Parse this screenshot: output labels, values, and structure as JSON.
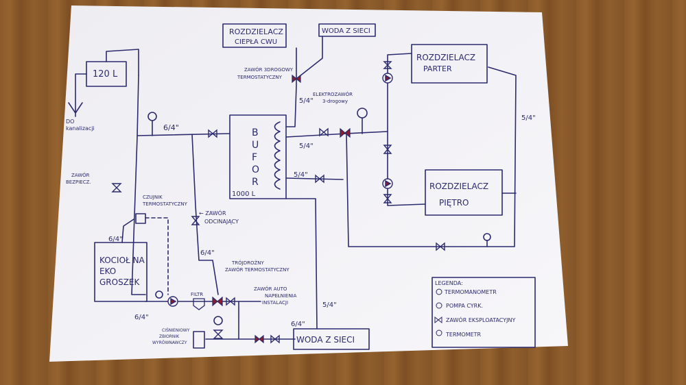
{
  "labels": {
    "rozdzielacz_cwu": [
      "ROZDZIELACZ",
      "CIEPŁA CWU"
    ],
    "woda_top": "WODA Z SIECI",
    "tank": "120 L",
    "do_kanalizacji": [
      "DO",
      "kanalizacji"
    ],
    "zawor_3drog_termo": [
      "ZAWÓR 3DROGOWY",
      "TERMOSTATYCZNY"
    ],
    "pipe_5_4_a": "5/4\"",
    "elektrozawor": [
      "ELEKTROZAWÓR",
      "3-drogowy"
    ],
    "rozdzielacz_parter": [
      "ROZDZIELACZ",
      "PARTER"
    ],
    "pipe_5_4_right": "5/4\"",
    "pipe_6_4_a": "6/4\"",
    "bufor": [
      "B",
      "U",
      "F",
      "O",
      "R"
    ],
    "bufor_cap": "1000 L",
    "pipe_5_4_b": "5/4\"",
    "pipe_5_4_c": "5/4\"",
    "zawor_bezpieczenstwa": [
      "ZAWÓR",
      "BEZPIECZ."
    ],
    "czujnik": [
      "CZUJNIK",
      "TERMOSTATYCZNY"
    ],
    "zawor_odcinajacy": [
      "← ZAWÓR",
      "ODCINAJĄCY"
    ],
    "rozdzielacz_pietro": [
      "ROZDZIELACZ",
      "PIĘTRO"
    ],
    "pipe_6_4_b": "6/4\"",
    "pipe_6_4_c": "6/4\"",
    "kociol": [
      "KOCIOŁ NA",
      "EKO",
      "GROSZEK"
    ],
    "trojdrogowy": [
      "TRÓJDROŻNY",
      "ZAWÓR TERMOSTATYCZNY"
    ],
    "zawor_auto": [
      "ZAWÓR AUTO",
      "NAPEŁNIENIA",
      "INSTALACJI"
    ],
    "pipe_5_4_d": "5/4\"",
    "pipe_6_4_d": "6/4\"",
    "filtr": "FILTR",
    "pipe_6_4_e": "6/4\"",
    "zbiornik": [
      "CIŚNIENIOWY",
      "ZBIORNIK",
      "WYRÓWNAWCZY"
    ],
    "woda_bottom": "WODA Z SIECI"
  },
  "legend": {
    "title": "LEGENDA:",
    "items": [
      "TERMOMANOMETR",
      "POMPA CYRK.",
      "ZAWÓR EKSPLOATACYJNY",
      "TERMOMETR"
    ]
  },
  "colors": {
    "ink": "#2b2a6e",
    "paper": "#f4f3f6",
    "valve_red": "#8a1e2a"
  }
}
